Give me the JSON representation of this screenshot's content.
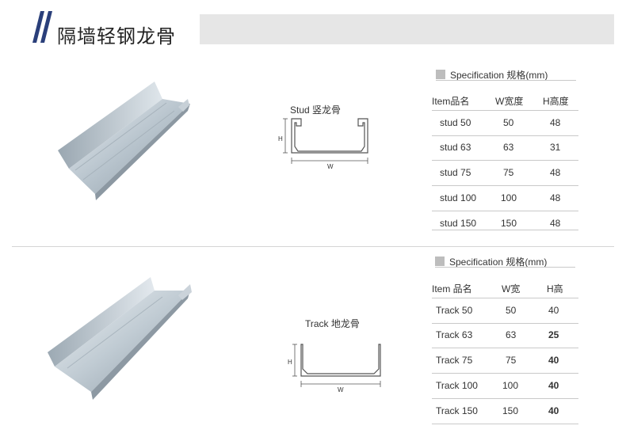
{
  "header": {
    "title": "隔墙轻钢龙骨"
  },
  "stud": {
    "label": "Stud 竖龙骨",
    "dim_h": "H",
    "dim_w": "W",
    "spec_title": "Specification 规格(mm)",
    "columns": [
      "Item品名",
      "W宽度",
      "H高度"
    ],
    "rows": [
      [
        "stud 50",
        "50",
        "48"
      ],
      [
        "stud 63",
        "63",
        "31"
      ],
      [
        "stud 75",
        "75",
        "48"
      ],
      [
        "stud 100",
        "100",
        "48"
      ],
      [
        "stud 150",
        "150",
        "48"
      ]
    ]
  },
  "track": {
    "label": "Track 地龙骨",
    "dim_h": "H",
    "dim_w": "W",
    "spec_title": "Specification 规格(mm)",
    "columns": [
      "Item 品名",
      "W宽",
      "H高"
    ],
    "rows": [
      [
        "Track  50",
        "50",
        "40"
      ],
      [
        "Track  63",
        "63",
        "25"
      ],
      [
        "Track 75",
        "75",
        "40"
      ],
      [
        "Track 100",
        "100",
        "40"
      ],
      [
        "Track 150",
        "150",
        "40"
      ]
    ]
  },
  "colors": {
    "accent": "#2a3f7a",
    "header_bar": "#e6e6e6",
    "steel": "#b9c6d0"
  }
}
